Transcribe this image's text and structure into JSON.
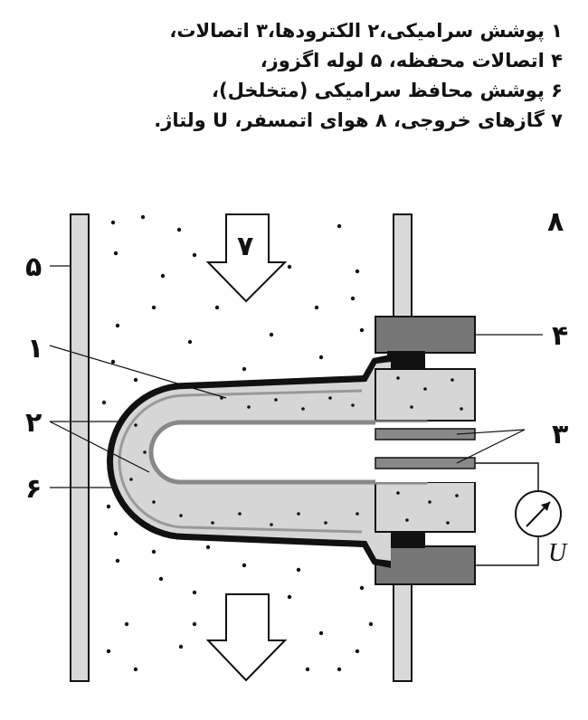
{
  "caption": {
    "lines": [
      "۱ پوشش سرامیکی،۲ الکترودها،۳ اتصالات،",
      "۴ اتصالات محفظه، ۵ لوله اگزوز،",
      "۶ پوشش محافظ سرامیکی (متخلخل)،",
      "۷ گازهای خروجی، ۸ هوای اتمسفر، U ولتاژ."
    ]
  },
  "labels": {
    "atmospheric_air": "۸",
    "exhaust_pipe": "۵",
    "exhaust_gas": "۷",
    "housing_contacts": "۴",
    "ceramic_body": "۱",
    "contacts": "۳",
    "electrodes": "۲",
    "protective_coating": "۶",
    "voltage": "U"
  },
  "colors": {
    "pipe": "#d9d9d9",
    "ceramic": "#d6d6d6",
    "housing": "#777777",
    "coating": "#111111"
  }
}
